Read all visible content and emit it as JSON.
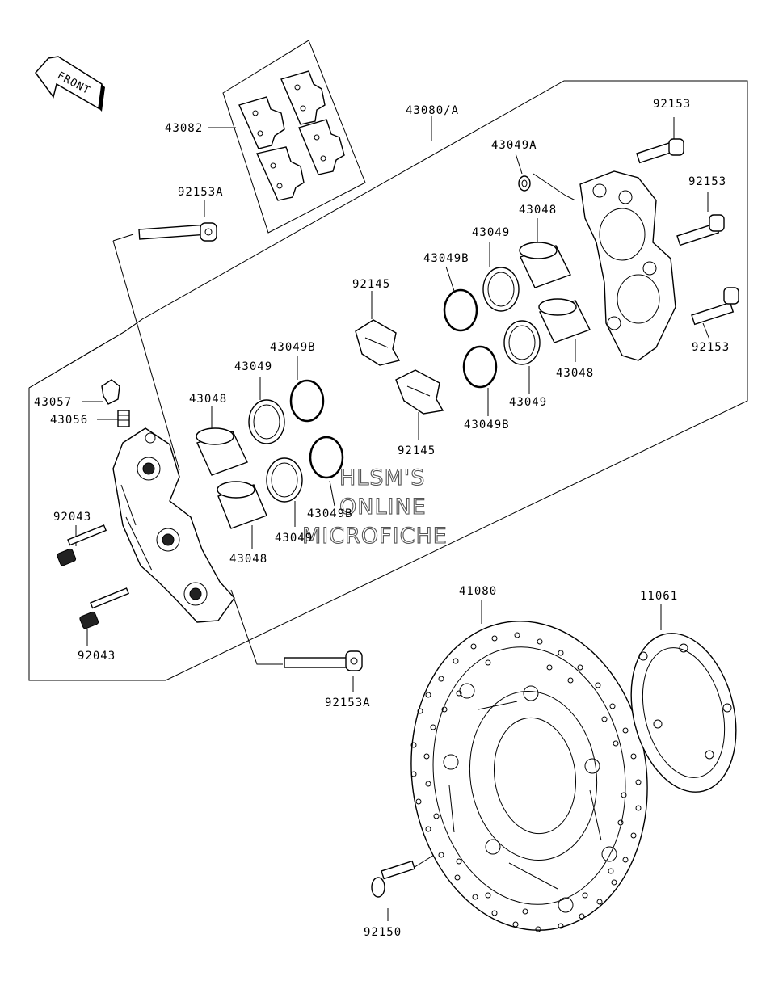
{
  "front_label": "FRONT",
  "watermark": [
    "HLSM'S",
    "ONLINE",
    "MICROFICHE"
  ],
  "labels": {
    "p43082": "43082",
    "p92153A_top": "92153A",
    "p43080A": "43080/A",
    "p43049A": "43049A",
    "p92153_1": "92153",
    "p92153_2": "92153",
    "p92153_3": "92153",
    "p43048_r1": "43048",
    "p43049_r1": "43049",
    "p43049B_r1": "43049B",
    "p92145_1": "92145",
    "p43049B_r2": "43049B",
    "p43049_r2": "43049",
    "p43048_r2": "43048",
    "p92145_2": "92145",
    "p43049B_l1": "43049B",
    "p43049_l1": "43049",
    "p43048_l1": "43048",
    "p43057": "43057",
    "p43056": "43056",
    "p43049B_l2": "43049B",
    "p43049_l2": "43049",
    "p43048_l2": "43048",
    "p92043_1": "92043",
    "p92043_2": "92043",
    "p92153A_bot": "92153A",
    "p41080": "41080",
    "p11061": "11061",
    "p92150": "92150"
  }
}
